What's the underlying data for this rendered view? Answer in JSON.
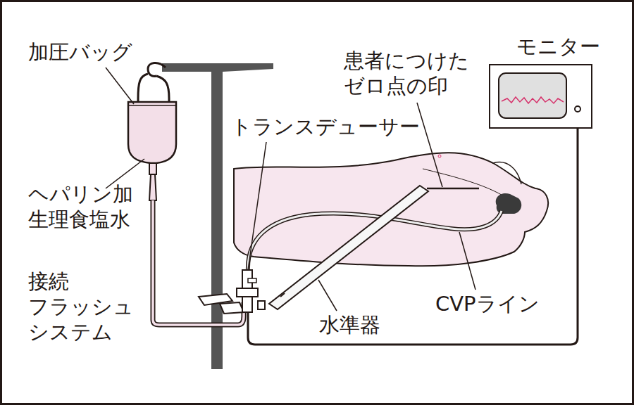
{
  "diagram": {
    "labels": [
      "加圧バッグ",
      "ヘパリン加 生理食塩水",
      "接続 フラッシュ システム",
      "トランスデューサー",
      "患者につけた ゼロ点の印",
      "モニター",
      "水準器",
      "CVPライン"
    ]
  }
}
